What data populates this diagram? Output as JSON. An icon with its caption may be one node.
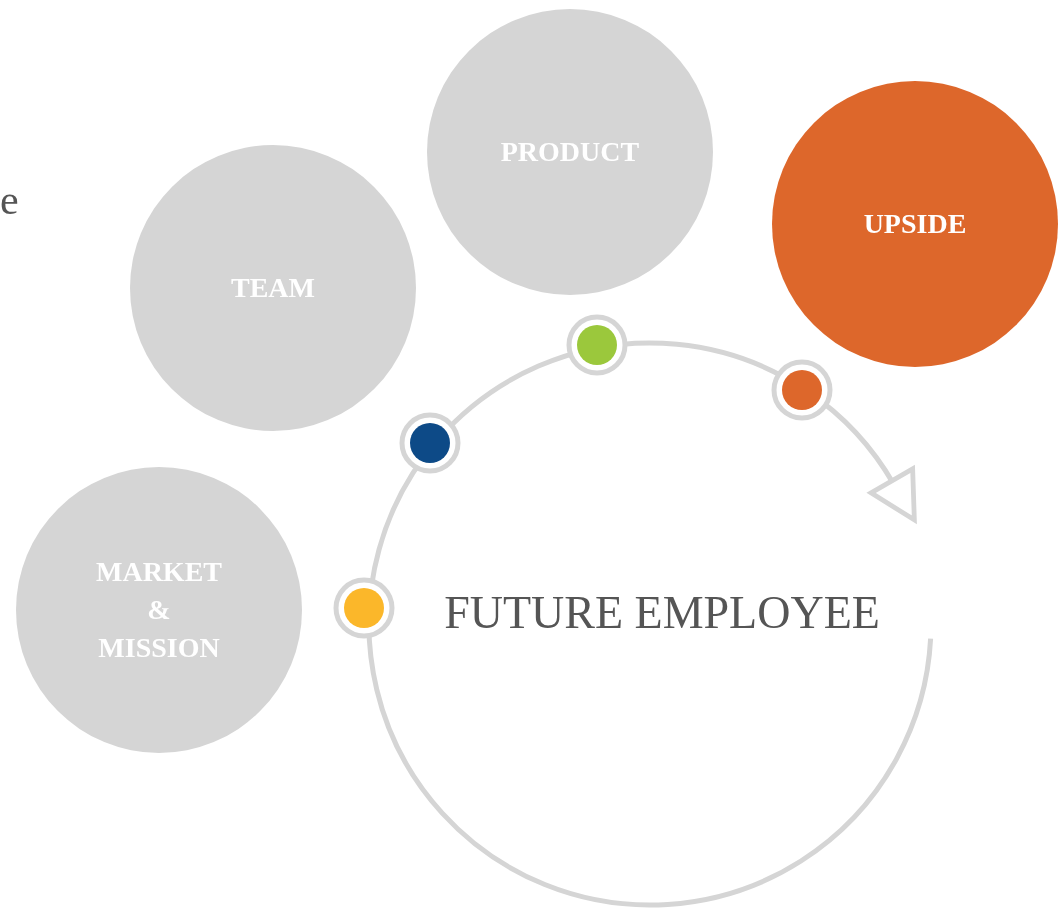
{
  "diagram": {
    "nodes": [
      {
        "text": [
          "MARKET & MISSION"
        ]
      },
      {
        "text": [
          "TEAM"
        ]
      },
      {
        "text": [
          "PRODUCT"
        ]
      },
      {
        "text": [
          "UPSIDE"
        ]
      },
      {
        "text": [
          "FUTURE EMPLOYEE"
        ]
      }
    ],
    "labels": [
      "e"
    ]
  }
}
